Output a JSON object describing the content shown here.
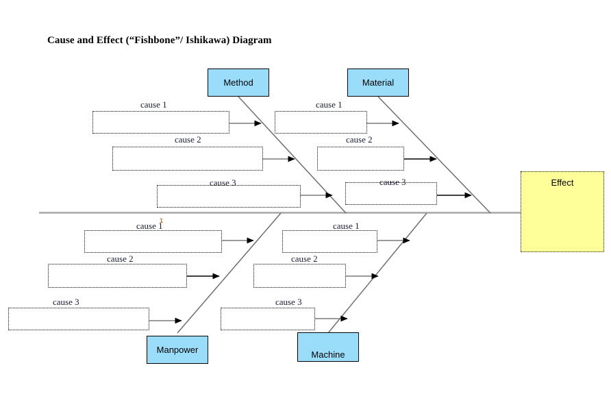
{
  "title": "Cause and Effect (“Fishbone”/ Ishikawa) Diagram",
  "colors": {
    "category_fill": "#99DDFA",
    "effect_fill": "#FFFF99",
    "spine": "#A6A6A6",
    "arrow_shaft": "#7a7a7a",
    "arrow_head": "#000000",
    "border": "#000000",
    "label_text": "#1a1a35"
  },
  "effect": {
    "label": "Effect"
  },
  "categories": [
    {
      "id": "method",
      "label": "Method",
      "position": "top-left"
    },
    {
      "id": "material",
      "label": "Material",
      "position": "top-right"
    },
    {
      "id": "manpower",
      "label": "Manpower",
      "position": "bottom-left"
    },
    {
      "id": "machine",
      "label": "Machine",
      "position": "bottom-right"
    }
  ],
  "causes": {
    "method": [
      {
        "label": "cause 1",
        "value": ""
      },
      {
        "label": "cause 2",
        "value": ""
      },
      {
        "label": "cause 3",
        "value": ""
      }
    ],
    "material": [
      {
        "label": "cause 1",
        "value": ""
      },
      {
        "label": "cause 2",
        "value": ""
      },
      {
        "label": "cause 3",
        "value": ""
      }
    ],
    "manpower": [
      {
        "label": "cause 1",
        "value": ""
      },
      {
        "label": "cause 2",
        "value": ""
      },
      {
        "label": "cause 3",
        "value": ""
      }
    ],
    "machine": [
      {
        "label": "cause 1",
        "value": ""
      },
      {
        "label": "cause 2",
        "value": ""
      },
      {
        "label": "cause 3",
        "value": ""
      }
    ]
  },
  "artifact": {
    "glyph": "1"
  }
}
